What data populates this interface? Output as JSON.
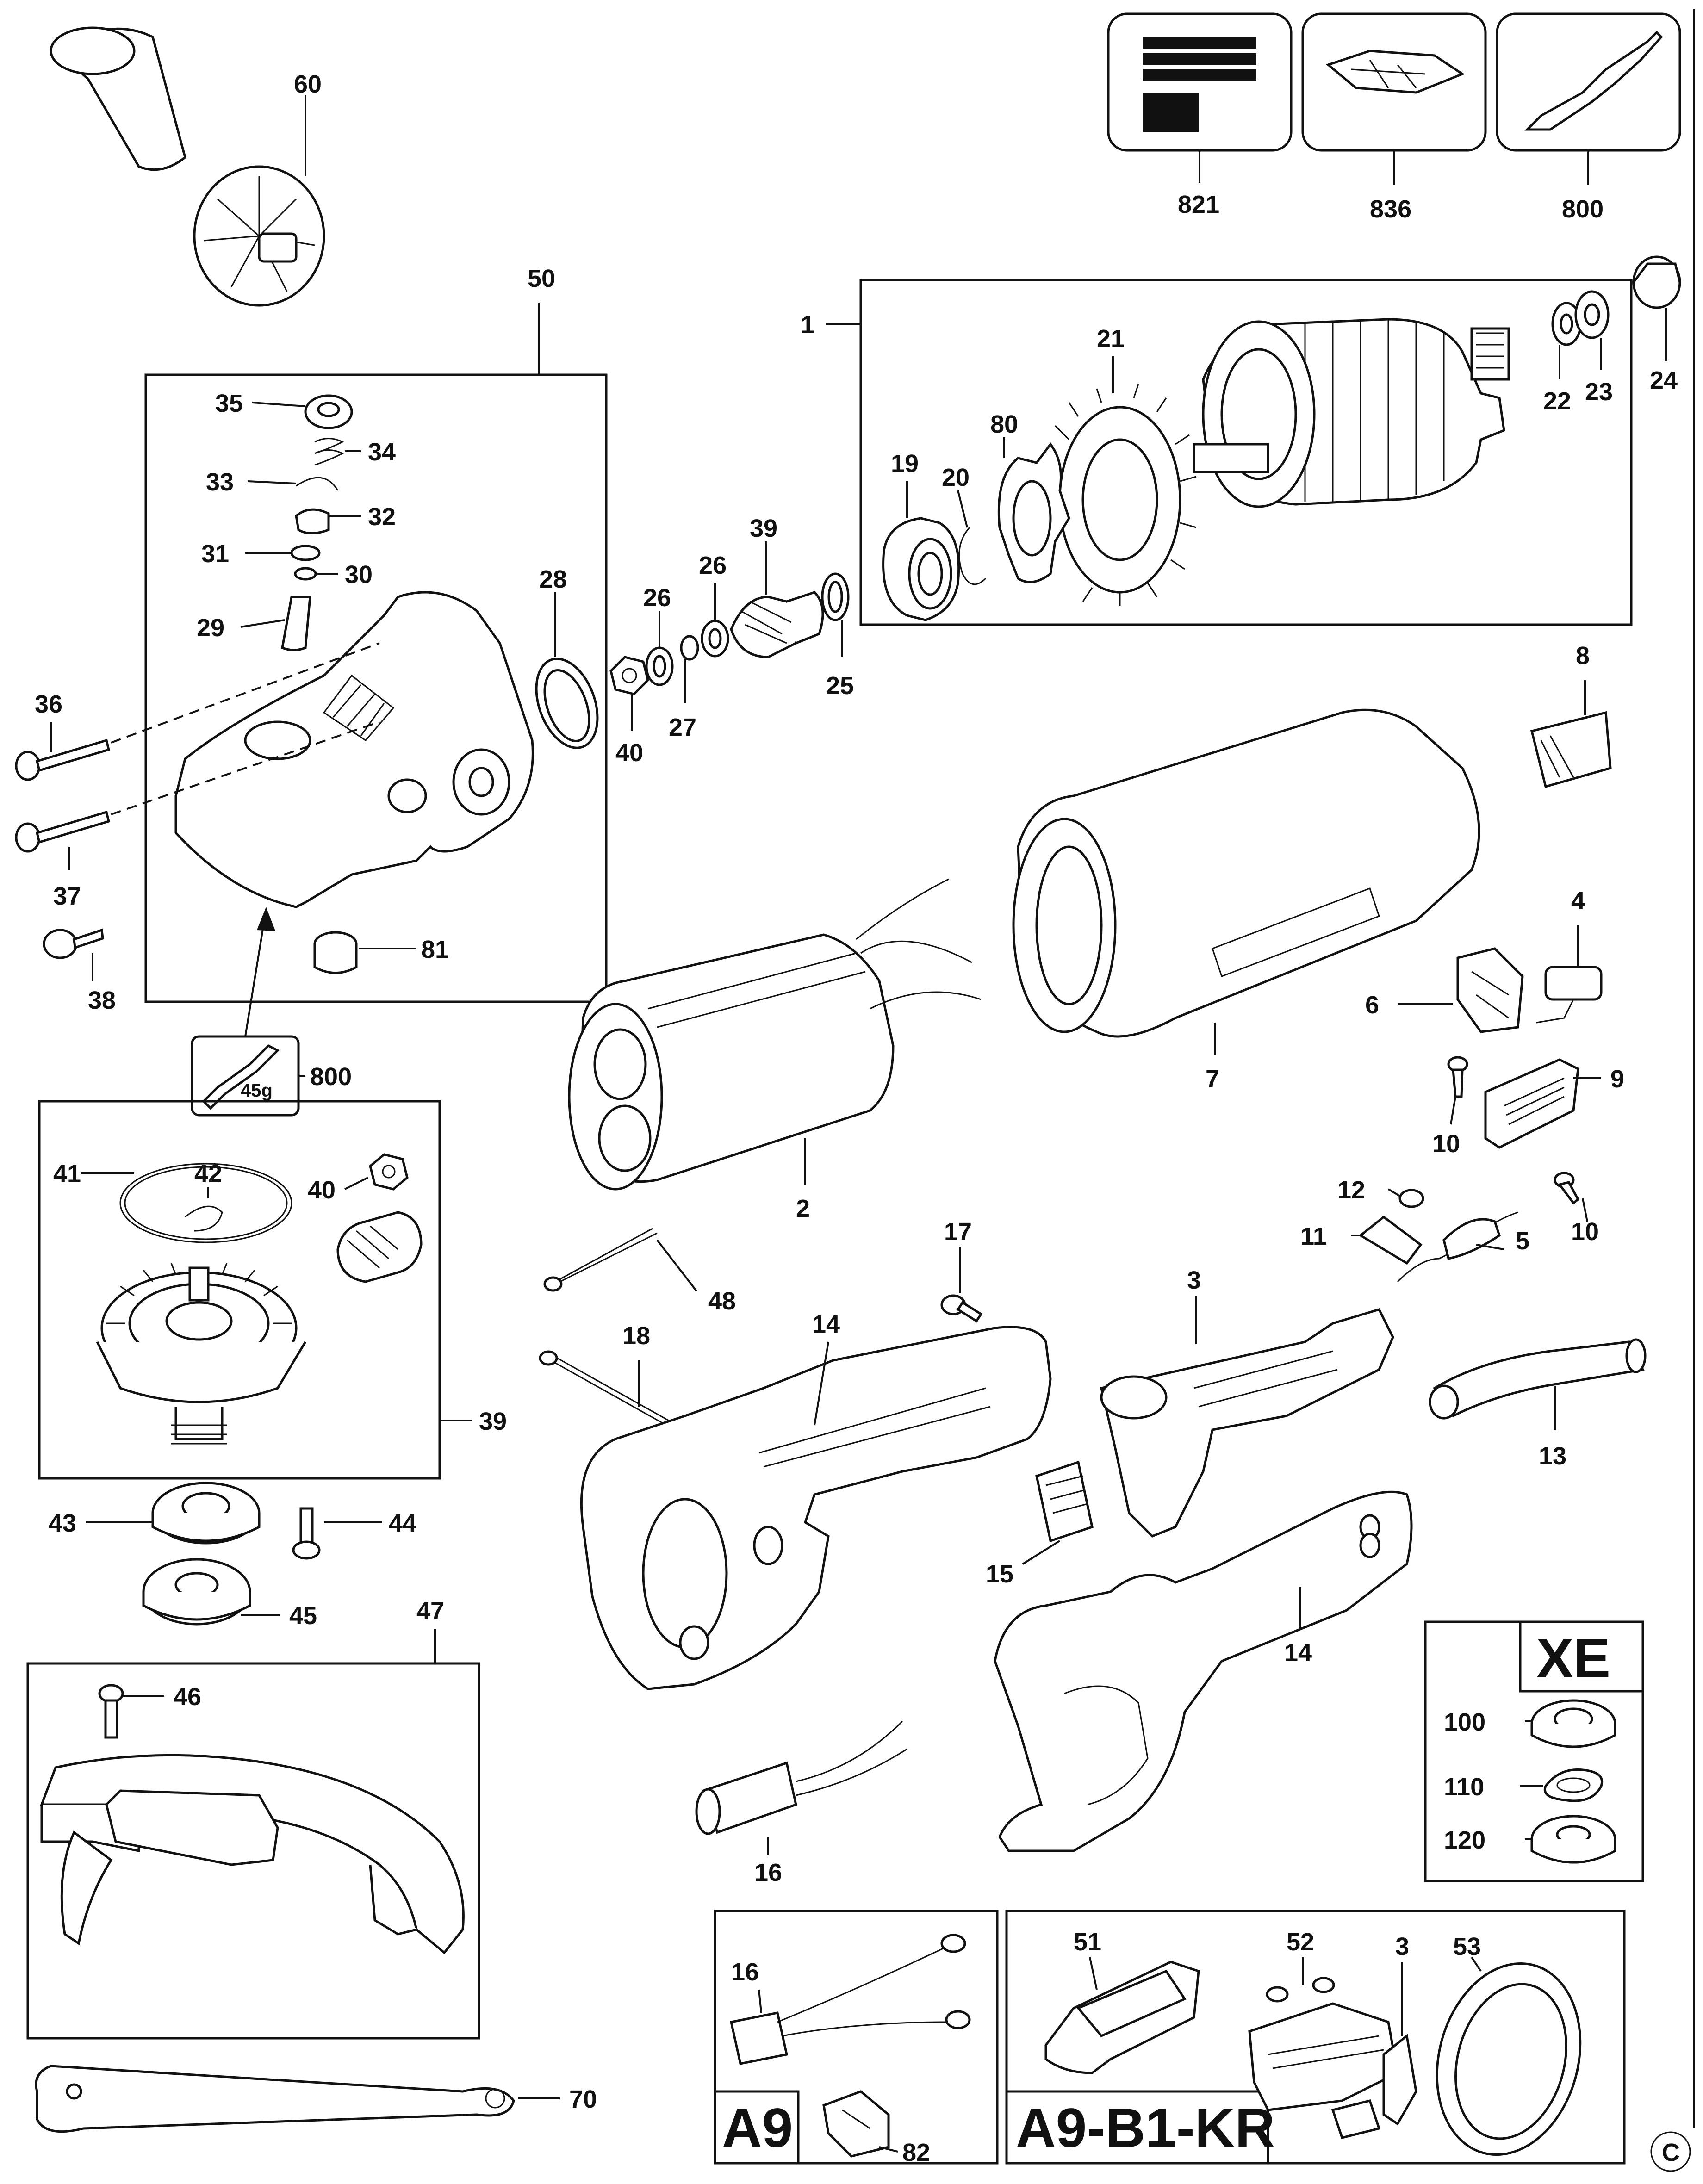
{
  "labels": {
    "p60": "60",
    "p821": "821",
    "p836": "836",
    "p800a": "800",
    "p50": "50",
    "p1": "1",
    "p21": "21",
    "p80": "80",
    "p19": "19",
    "p20": "20",
    "p22": "22",
    "p23": "23",
    "p24": "24",
    "p35": "35",
    "p34": "34",
    "p33": "33",
    "p32": "32",
    "p31": "31",
    "p30": "30",
    "p29": "29",
    "p28": "28",
    "p26a": "26",
    "p26b": "26",
    "p39a": "39",
    "p25": "25",
    "p40a": "40",
    "p27": "27",
    "p36": "36",
    "p37": "37",
    "p38": "38",
    "p81": "81",
    "p800b": "800",
    "w45g": "45g",
    "p8": "8",
    "p4": "4",
    "p6": "6",
    "p7": "7",
    "p9": "9",
    "p10a": "10",
    "p10b": "10",
    "p2": "2",
    "p12": "12",
    "p11": "11",
    "p5": "5",
    "p41": "41",
    "p42": "42",
    "p40b": "40",
    "p39b": "39",
    "p48": "48",
    "p17": "17",
    "p18": "18",
    "p14a": "14",
    "p3a": "3",
    "p13": "13",
    "p43": "43",
    "p44": "44",
    "p45": "45",
    "p15": "15",
    "p14b": "14",
    "p47": "47",
    "p46": "46",
    "xe": "XE",
    "p100": "100",
    "p110": "110",
    "p120": "120",
    "p16a": "16",
    "p16b": "16",
    "p51": "51",
    "p52": "52",
    "p3b": "3",
    "p53": "53",
    "p70": "70",
    "a9": "A9",
    "p82": "82",
    "a9b1kr": "A9-B1-KR",
    "copy": "C"
  }
}
